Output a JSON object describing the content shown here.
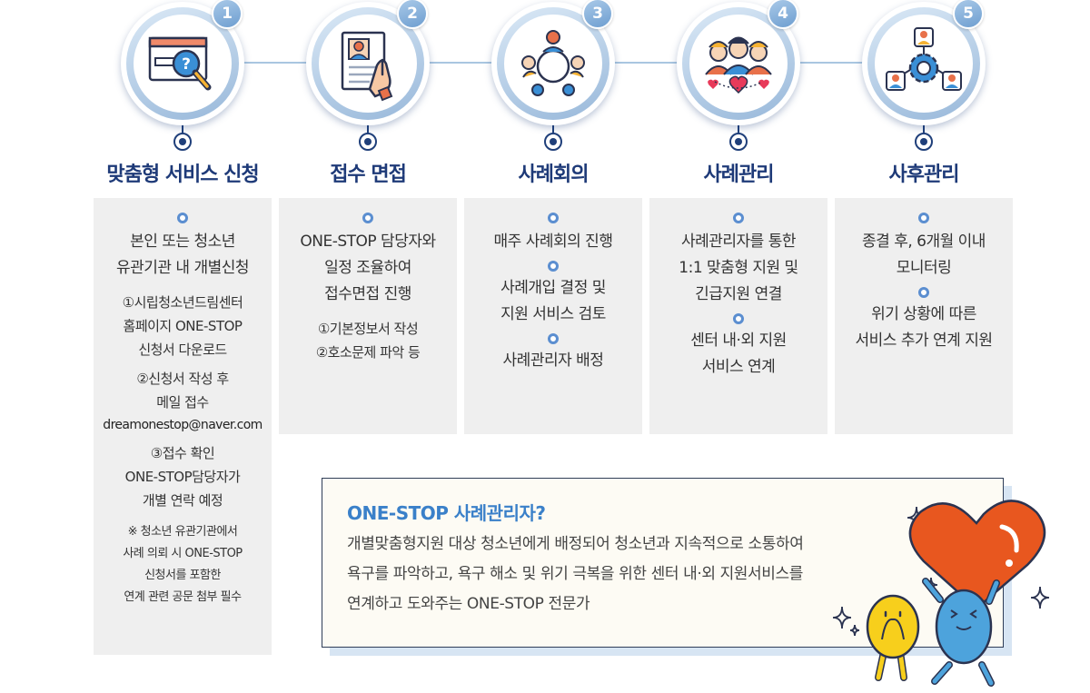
{
  "steps": [
    {
      "number": "1",
      "title": "맞춤형 서비스 신청",
      "main": [
        "본인 또는 청소년",
        "유관기관 내 개별신청"
      ],
      "sub": [
        "①시립청소년드림센터",
        "홈페이지 ONE-STOP",
        "신청서 다운로드",
        "②신청서 작성 후",
        "메일 접수"
      ],
      "email": "dreamonestop@naver.com",
      "sub2": [
        "③접수 확인",
        "ONE-STOP담당자가",
        "개별 연락 예정"
      ],
      "note": [
        "※ 청소년 유관기관에서",
        "사례 의뢰 시 ONE-STOP",
        "신청서를 포함한",
        "연계 관련 공문 첨부 필수"
      ]
    },
    {
      "number": "2",
      "title": "접수 면접",
      "main": [
        "ONE-STOP 담당자와",
        "일정 조율하여",
        "접수면접 진행"
      ],
      "sub": [
        "①기본정보서 작성",
        "②호소문제 파악 등"
      ]
    },
    {
      "number": "3",
      "title": "사례회의",
      "groups": [
        [
          "매주 사례회의 진행"
        ],
        [
          "사례개입 결정 및",
          "지원 서비스 검토"
        ],
        [
          "사례관리자 배정"
        ]
      ]
    },
    {
      "number": "4",
      "title": "사례관리",
      "groups": [
        [
          "사례관리자를 통한",
          "1:1 맞춤형 지원 및",
          "긴급지원 연결"
        ],
        [
          "센터 내·외 지원",
          "서비스 연계"
        ]
      ]
    },
    {
      "number": "5",
      "title": "사후관리",
      "groups": [
        [
          "종결 후, 6개월 이내",
          "모니터링"
        ],
        [
          "위기 상황에 따른",
          "서비스 추가 연계 지원"
        ]
      ]
    }
  ],
  "info": {
    "title": "ONE-STOP 사례관리자?",
    "lines": [
      "개별맞춤형지원 대상 청소년에게 배정되어 청소년과 지속적으로 소통하여",
      "욕구를 파악하고, 욕구 해소 및 위기 극복을 위한 센터 내·외 지원서비스를",
      "연계하고 도와주는 ONE-STOP 전문가"
    ]
  },
  "colors": {
    "title_navy": "#1e3a78",
    "accent_blue": "#3a80c9",
    "panel_gray": "#efefef",
    "heart_orange": "#e8571f",
    "mascot_blue": "#4da3dc",
    "mascot_yellow": "#f7cf1c"
  },
  "icons": [
    "search-window-icon",
    "document-hand-icon",
    "meeting-table-icon",
    "people-heart-icon",
    "network-gear-icon"
  ]
}
